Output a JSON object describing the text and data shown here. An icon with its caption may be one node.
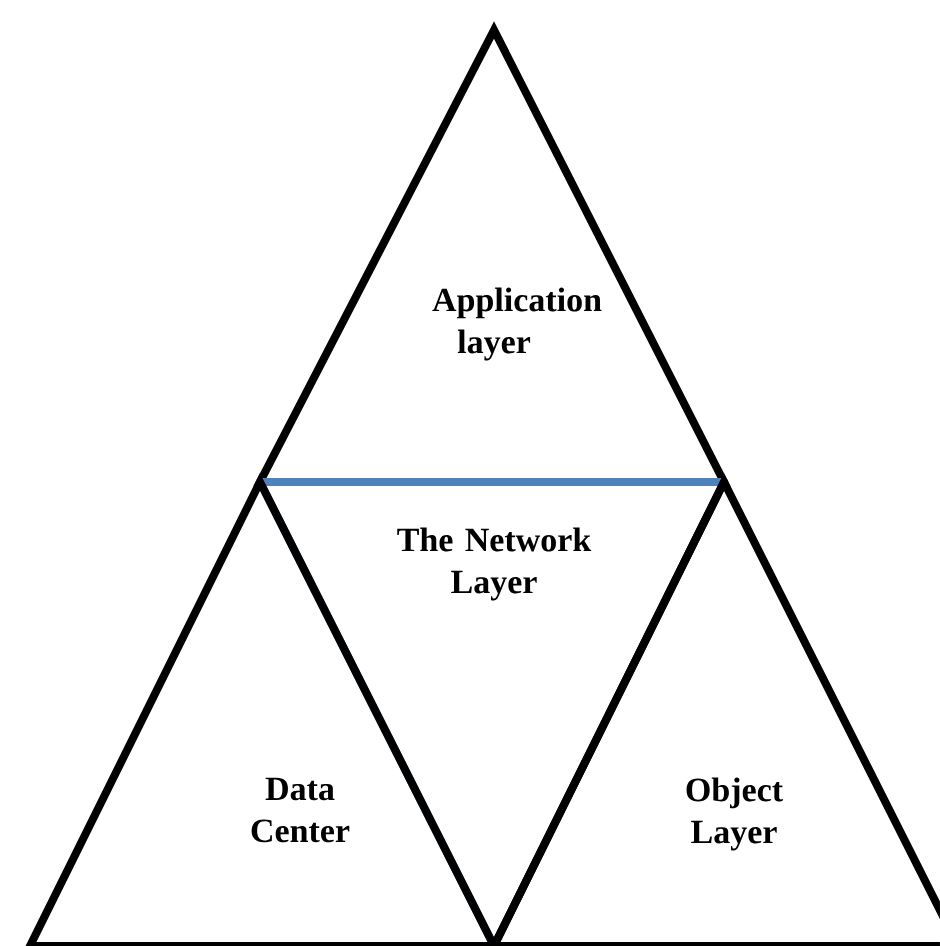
{
  "diagram": {
    "nodes": [
      {
        "text": [
          "Application layer"
        ]
      },
      {
        "text": [
          "The Network Layer"
        ]
      },
      {
        "text": [
          "Data Center"
        ]
      },
      {
        "text": [
          "Object Layer"
        ]
      }
    ]
  }
}
